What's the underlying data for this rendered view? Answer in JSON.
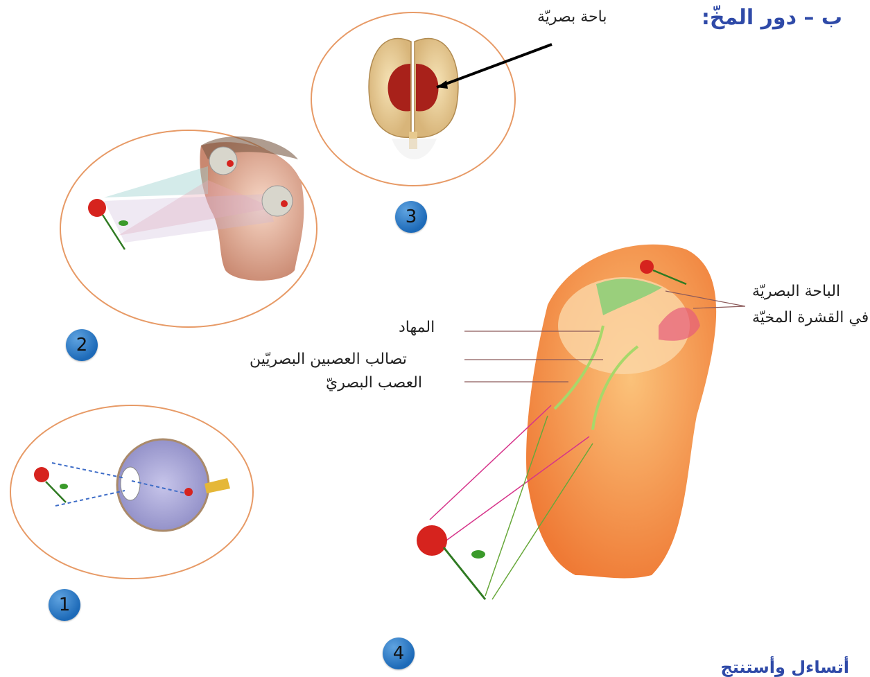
{
  "heading": "ب – دور المخّ:",
  "labels": {
    "visual_area": "باحة بصريّة",
    "visual_area_cortex_line1": "الباحة البصريّة",
    "visual_area_cortex_line2": "في القشرة المخيّة",
    "thalamus": "المهاد",
    "optic_chiasm": "تصالب العصبين البصريّين",
    "optic_nerve": "العصب البصريّ"
  },
  "badges": [
    "1",
    "2",
    "3",
    "4"
  ],
  "bottom_cut_text": "أتساءل وأستنتج"
}
